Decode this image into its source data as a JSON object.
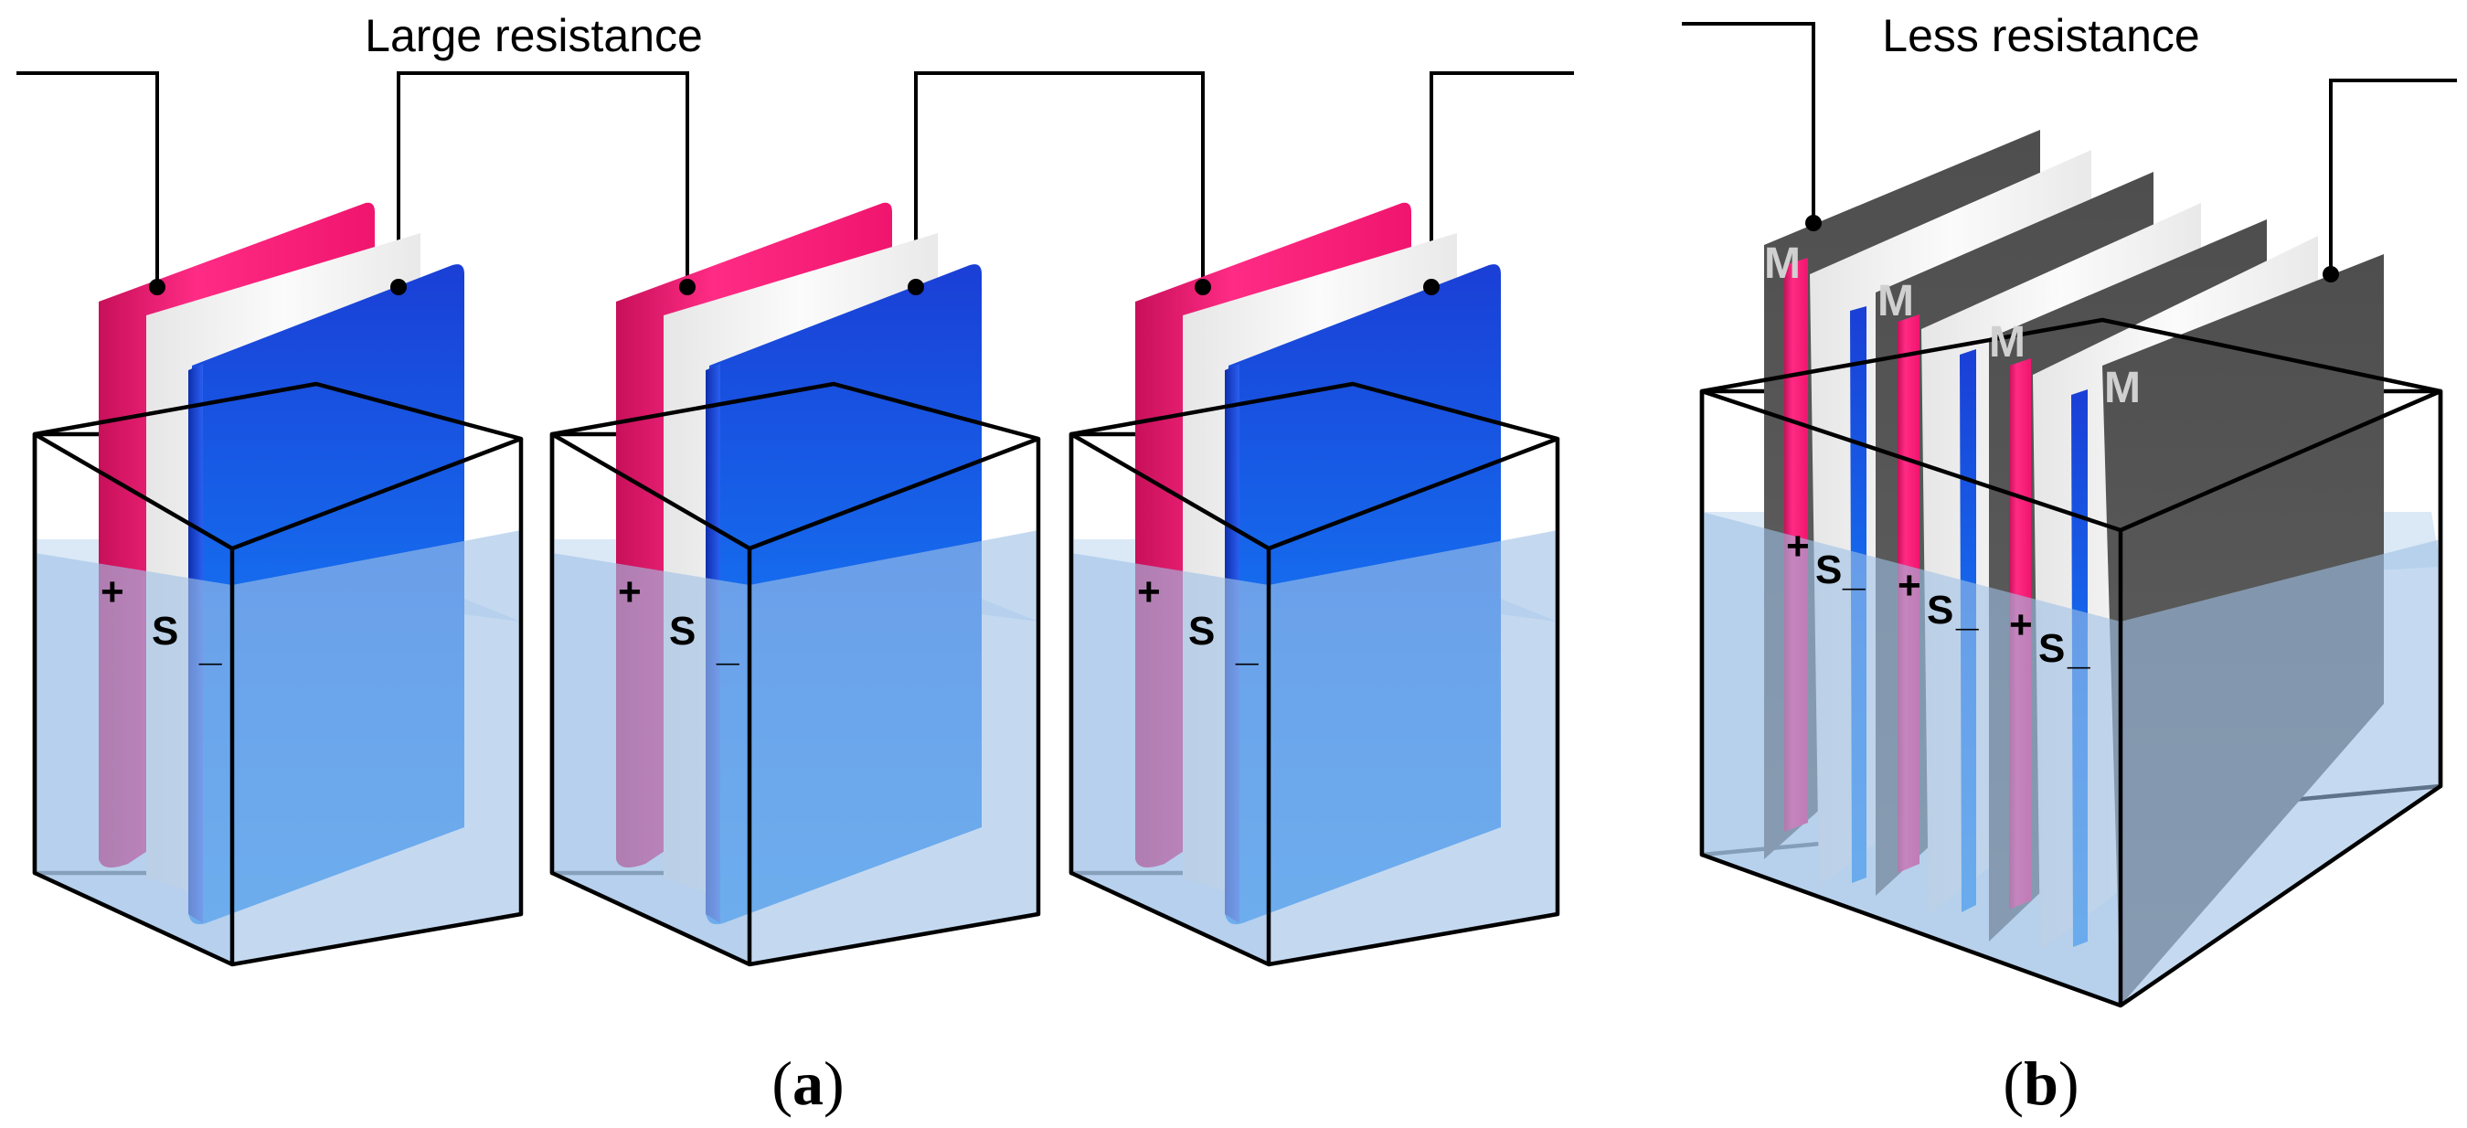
{
  "diagram": {
    "panel_a": {
      "title": "Large resistance",
      "caption_letter": "a",
      "cells": [
        {
          "plus": "+",
          "separator": "S",
          "minus": "_"
        },
        {
          "plus": "+",
          "separator": "S",
          "minus": "_"
        },
        {
          "plus": "+",
          "separator": "S",
          "minus": "_"
        }
      ]
    },
    "panel_b": {
      "title": "Less resistance",
      "caption_letter": "b",
      "metal_label": "M",
      "plus": "+",
      "separator": "S",
      "minus": "_"
    },
    "caption_open": "(",
    "caption_close": ")",
    "colors": {
      "positive_electrode": "#f0156e",
      "negative_electrode": "#1f4fe0",
      "separator": "#f2f2f2",
      "metal_plate": "#5a5a5a",
      "electrolyte": "#9fc2e6",
      "container_outline": "#000000"
    }
  }
}
